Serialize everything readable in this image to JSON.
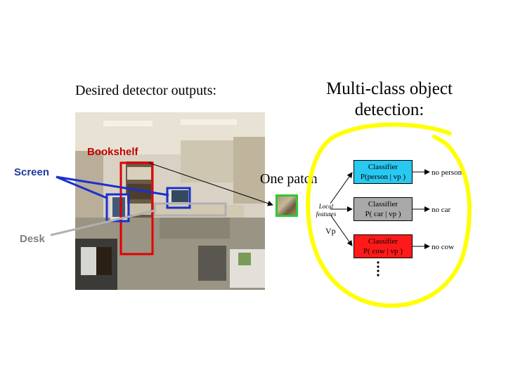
{
  "headings": {
    "left": "Desired detector outputs:",
    "right": "Multi-class object detection:"
  },
  "labels": {
    "bookshelf": "Bookshelf",
    "screen": "Screen",
    "desk": "Desk",
    "one_patch": "One patch",
    "local_features": "Local features",
    "vp": "Vp"
  },
  "classifiers": [
    {
      "title": "Classifier",
      "formula": "P(person | vp )",
      "output": "no person",
      "color": "#29c8f0"
    },
    {
      "title": "Classifier",
      "formula": "P( car | vp )",
      "output": "no car",
      "color": "#a9a9a9"
    },
    {
      "title": "Classifier",
      "formula": "P( cow | vp )",
      "output": "no cow",
      "color": "#ff1a1a"
    }
  ],
  "colors": {
    "bookshelf": "#e00000",
    "screen": "#1a2fd0",
    "desk": "#b0b0b0",
    "highlight_ellipse": "#ffff00",
    "patch_border": "#34c434"
  },
  "icons": {
    "photo": "office-photo",
    "patch": "patch-thumbnail",
    "ellipsis": "vertical-ellipsis-icon"
  }
}
